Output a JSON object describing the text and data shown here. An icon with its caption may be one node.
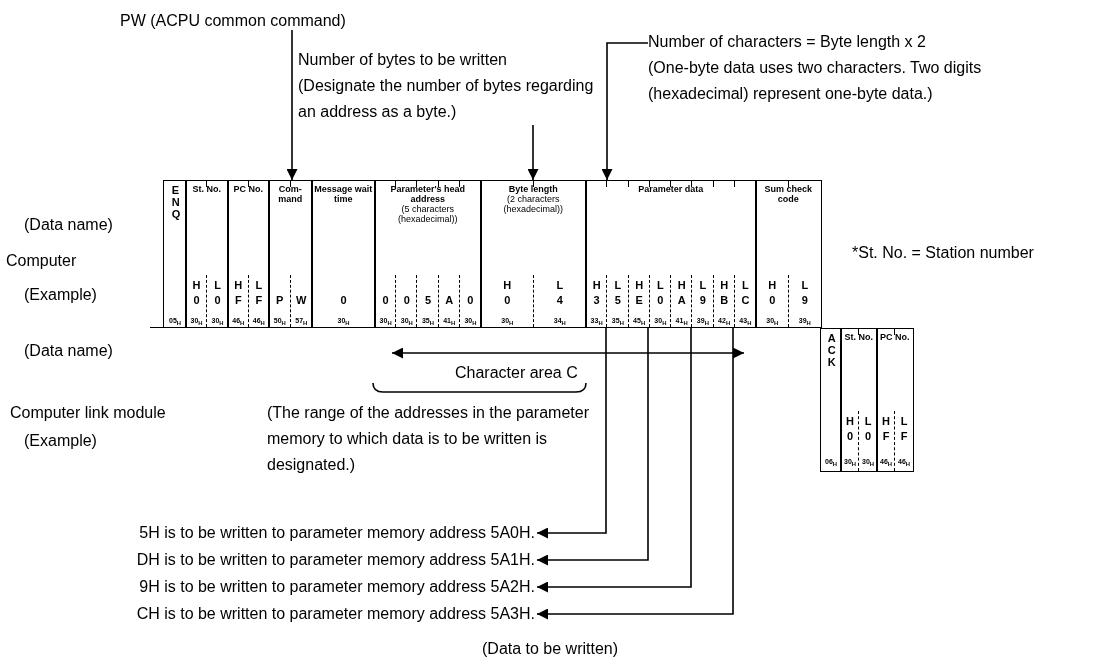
{
  "diagram": {
    "nodes": [
      {
        "text": [
          "PW (ACPU common command)"
        ]
      },
      {
        "text": [
          "Number of bytes to be written",
          "(Designate the number of bytes regarding an address as a byte.)"
        ]
      },
      {
        "text": [
          "Number of characters = Byte length x 2",
          "(One-byte data uses two characters. Two digits (hexadecimal) represent one-byte data.)"
        ]
      },
      {
        "text": [
          "ENQ",
          "05$_{H}$"
        ]
      },
      {
        "text": [
          "St. No.",
          "H",
          "L",
          "0",
          "0",
          "30$_{H}$",
          "30$_{H}$"
        ]
      },
      {
        "text": [
          "PC No.",
          "H",
          "L",
          "F",
          "F",
          "46$_{H}$",
          "46$_{H}$"
        ]
      },
      {
        "text": [
          "Com- mand",
          "P",
          "W",
          "50$_{H}$",
          "57$_{H}$"
        ]
      },
      {
        "text": [
          "Message wait time",
          "0",
          "30$_{H}$"
        ]
      },
      {
        "text": [
          "Parameter's head address",
          "(5 characters (hexadecimal))",
          "0",
          "0",
          "5",
          "A",
          "0",
          "30$_{H}$",
          "30$_{H}$",
          "35$_{H}$",
          "41$_{H}$",
          "30$_{H}$"
        ]
      },
      {
        "text": [
          "Byte length",
          "(2 characters (hexadecimal))",
          "H",
          "L",
          "0",
          "4",
          "30$_{H}$",
          "34$_{H}$"
        ]
      },
      {
        "text": [
          "Parameter data",
          "H",
          "L",
          "H",
          "L",
          "H",
          "L",
          "H",
          "L",
          "3",
          "5",
          "E",
          "0",
          "A",
          "9",
          "B",
          "C",
          "33$_{H}$",
          "35$_{H}$",
          "45$_{H}$",
          "30$_{H}$",
          "41$_{H}$",
          "39$_{H}$",
          "42$_{H}$",
          "43$_{H}$"
        ]
      },
      {
        "text": [
          "Sum check code",
          "H",
          "L",
          "0",
          "9",
          "30$_{H}$",
          "39$_{H}$"
        ]
      },
      {
        "text": [
          "ACK",
          "06$_{H}$"
        ]
      },
      {
        "text": [
          "St. No.",
          "H",
          "L",
          "0",
          "0",
          "30$_{H}$",
          "30$_{H}$"
        ]
      },
      {
        "text": [
          "PC No.",
          "H",
          "L",
          "F",
          "F",
          "46$_{H}$",
          "46$_{H}$"
        ]
      },
      {
        "text": [
          "5H is to be written to parameter memory address 5A0H."
        ]
      },
      {
        "text": [
          "DH is to be written to parameter memory address 5A1H."
        ]
      },
      {
        "text": [
          "9H is to be written to parameter memory address 5A2H."
        ]
      },
      {
        "text": [
          "CH is to be written to parameter memory address 5A3H."
        ]
      }
    ],
    "edges": [
      {
        "from": 0,
        "to": 6,
        "arrow": "to"
      },
      {
        "from": 1,
        "to": 9,
        "arrow": "to"
      },
      {
        "from": 2,
        "to": 10,
        "arrow": "to"
      },
      {
        "from": 10,
        "to": 15,
        "arrow": "to"
      },
      {
        "from": 10,
        "to": 16,
        "arrow": "to"
      },
      {
        "from": 10,
        "to": 17,
        "arrow": "to"
      },
      {
        "from": 10,
        "to": 18,
        "arrow": "to"
      }
    ],
    "labels": [
      "(Data name)",
      "Computer",
      "(Example)",
      "*St. No. = Station number",
      "(Data name)",
      "Character area C",
      "Computer link module",
      "(Example)",
      "(The range of the addresses in the parameter memory to which data is to be written is designated.)",
      "(Data to be written)"
    ]
  }
}
